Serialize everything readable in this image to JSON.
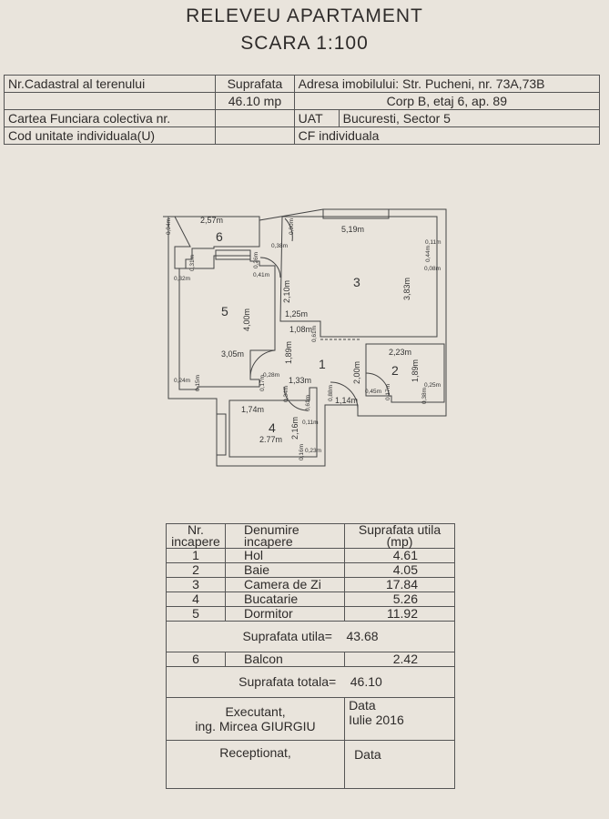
{
  "title": "RELEVEU APARTAMENT",
  "scale": "SCARA 1:100",
  "info": {
    "cadastral_label": "Nr.Cadastral al terenului",
    "surface_label": "Suprafata",
    "surface_value": "46.10 mp",
    "address": "Adresa imobilului: Str. Pucheni, nr. 73A,73B",
    "address2": "Corp B, etaj 6, ap. 89",
    "cf_colectiva": "Cartea Funciara colectiva nr.",
    "uat_label": "UAT",
    "uat_value": "Bucuresti, Sector 5",
    "cod_unitate": "Cod unitate individuala(U)",
    "cf_individuala": "CF individuala"
  },
  "plan": {
    "rooms": [
      "1",
      "2",
      "3",
      "4",
      "5",
      "6"
    ],
    "dims": [
      "2,57m",
      "0,94m",
      "5,19m",
      "0,90m",
      "0,38m",
      "0,11m",
      "0,44m",
      "0,08m",
      "0,31m",
      "0,32m",
      "0,26m",
      "0,41m",
      "2,10m",
      "3,83m",
      "1,25m",
      "4,00m",
      "1,08m",
      "0,61m",
      "3,05m",
      "1,89m",
      "2,23m",
      "2,00m",
      "1,89m",
      "0,28m",
      "1,33m",
      "0,24m",
      "0,15m",
      "0,17m",
      "0,34m",
      "0,88m",
      "1,14m",
      "0,45m",
      "0,17m",
      "0,38m",
      "0,25m",
      "1,74m",
      "0,61m",
      "2,16m",
      "0,11m",
      "2.77m",
      "0,16m",
      "0,23m"
    ]
  },
  "table": {
    "headers": [
      "Nr. incapere",
      "Denumire incapere",
      "Suprafata utila (mp)"
    ],
    "rows": [
      [
        "1",
        "Hol",
        "4.61"
      ],
      [
        "2",
        "Baie",
        "4.05"
      ],
      [
        "3",
        "Camera de Zi",
        "17.84"
      ],
      [
        "4",
        "Bucatarie",
        "5.26"
      ],
      [
        "5",
        "Dormitor",
        "11.92"
      ]
    ],
    "util_label": "Suprafata utila=",
    "util_value": "43.68",
    "balcon": [
      "6",
      "Balcon",
      "2.42"
    ],
    "total_label": "Suprafata totala=",
    "total_value": "46.10",
    "executant": "Executant,",
    "engineer": "ing. Mircea  GIURGIU",
    "data_label": "Data",
    "data_value": "Iulie 2016",
    "receptionat": "Receptionat,",
    "data_label2": "Data"
  }
}
